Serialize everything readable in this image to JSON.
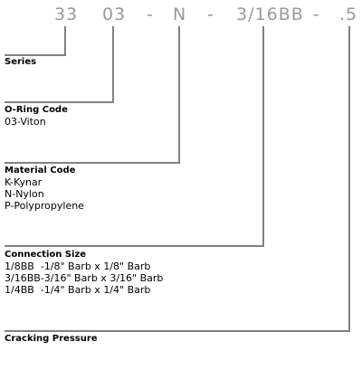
{
  "part_number": {
    "series": "33",
    "oring": "03",
    "material": "N",
    "connection": "3/16BB",
    "pressure": ".5",
    "separator": "-"
  },
  "sections": {
    "series": {
      "title": "Series",
      "options": []
    },
    "oring": {
      "title": "O-Ring Code",
      "options": [
        "03-Viton"
      ]
    },
    "material": {
      "title": "Material Code",
      "options": [
        "K-Kynar",
        "N-Nylon",
        "P-Polypropylene"
      ]
    },
    "connection": {
      "title": "Connection Size",
      "options": [
        "1/8BB  -1/8\" Barb x 1/8\" Barb",
        "3/16BB-3/16\" Barb x 3/16\" Barb",
        "1/4BB  -1/4\" Barb x 1/4\" Barb"
      ]
    },
    "pressure": {
      "title": "Cracking Pressure",
      "options": []
    }
  },
  "colors": {
    "code_text": "#9a9a9a",
    "leader_line": "#808080",
    "label_text": "#000000"
  }
}
